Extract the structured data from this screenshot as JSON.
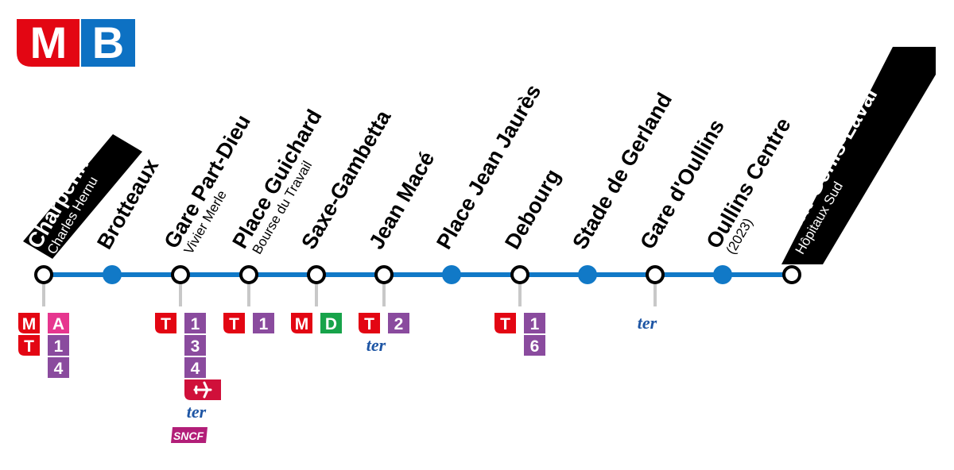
{
  "logo": {
    "letters": [
      "M",
      "B"
    ],
    "colors": [
      "#e30613",
      "#0d71c3"
    ]
  },
  "line_color": "#1179c7",
  "stations": [
    {
      "name": "Charpennes",
      "subtitle": "Charles Hernu",
      "terminus": true,
      "interchange": true
    },
    {
      "name": "Brotteaux",
      "subtitle": "",
      "terminus": false,
      "interchange": false
    },
    {
      "name": "Gare Part-Dieu",
      "subtitle": "Vivier Merle",
      "terminus": false,
      "interchange": true
    },
    {
      "name": "Place Guichard",
      "subtitle": "Bourse du Travail",
      "terminus": false,
      "interchange": true
    },
    {
      "name": "Saxe-Gambetta",
      "subtitle": "",
      "terminus": false,
      "interchange": true
    },
    {
      "name": "Jean Macé",
      "subtitle": "",
      "terminus": false,
      "interchange": true
    },
    {
      "name": "Place Jean Jaurès",
      "subtitle": "",
      "terminus": false,
      "interchange": false
    },
    {
      "name": "Debourg",
      "subtitle": "",
      "terminus": false,
      "interchange": true
    },
    {
      "name": "Stade de Gerland",
      "subtitle": "",
      "terminus": false,
      "interchange": false
    },
    {
      "name": "Gare d'Oullins",
      "subtitle": "",
      "terminus": false,
      "interchange": true
    },
    {
      "name": "Oullins Centre",
      "subtitle": "(2023)",
      "terminus": false,
      "interchange": false
    },
    {
      "name": "Saint-Genis-Laval",
      "subtitle": "Hôpitaux Sud",
      "terminus": true,
      "interchange": true
    }
  ],
  "connections": [
    {
      "station": 0,
      "rows": [
        [
          {
            "type": "metro",
            "label": "M"
          },
          {
            "type": "metro-a",
            "label": "A"
          }
        ],
        [
          {
            "type": "tram",
            "label": "T"
          },
          {
            "type": "tram-line",
            "label": "1"
          }
        ],
        [
          null,
          {
            "type": "tram-line",
            "label": "4"
          }
        ]
      ]
    },
    {
      "station": 2,
      "rows": [
        [
          {
            "type": "tram",
            "label": "T"
          },
          {
            "type": "tram-line",
            "label": "1"
          }
        ],
        [
          null,
          {
            "type": "tram-line",
            "label": "3"
          }
        ],
        [
          null,
          {
            "type": "tram-line",
            "label": "4"
          }
        ],
        [
          null,
          {
            "type": "airport",
            "label": "plane-icon"
          }
        ],
        [
          null,
          {
            "type": "ter",
            "label": "ter"
          }
        ],
        [
          null,
          {
            "type": "sncf",
            "label": "SNCF"
          }
        ]
      ]
    },
    {
      "station": 3,
      "rows": [
        [
          {
            "type": "tram",
            "label": "T"
          },
          {
            "type": "tram-line",
            "label": "1"
          }
        ]
      ]
    },
    {
      "station": 4,
      "rows": [
        [
          {
            "type": "metro",
            "label": "M"
          },
          {
            "type": "metro-d",
            "label": "D"
          }
        ]
      ]
    },
    {
      "station": 5,
      "rows": [
        [
          {
            "type": "tram",
            "label": "T"
          },
          {
            "type": "tram-line",
            "label": "2"
          }
        ],
        [
          {
            "type": "ter",
            "label": "ter"
          },
          null
        ]
      ]
    },
    {
      "station": 7,
      "rows": [
        [
          {
            "type": "tram",
            "label": "T"
          },
          {
            "type": "tram-line",
            "label": "1"
          }
        ],
        [
          null,
          {
            "type": "tram-line",
            "label": "6"
          }
        ]
      ]
    },
    {
      "station": 9,
      "rows": [
        [
          {
            "type": "ter",
            "label": "ter"
          },
          null
        ]
      ]
    }
  ],
  "colors": {
    "metro": "#e30613",
    "tram": "#e30613",
    "metro-a": "#e6368f",
    "metro-d": "#17a34a",
    "tram-line": "#8a4b9e",
    "airport": "#d0103a",
    "sncf": "#b21e78",
    "terminus_bg": "#000000"
  }
}
